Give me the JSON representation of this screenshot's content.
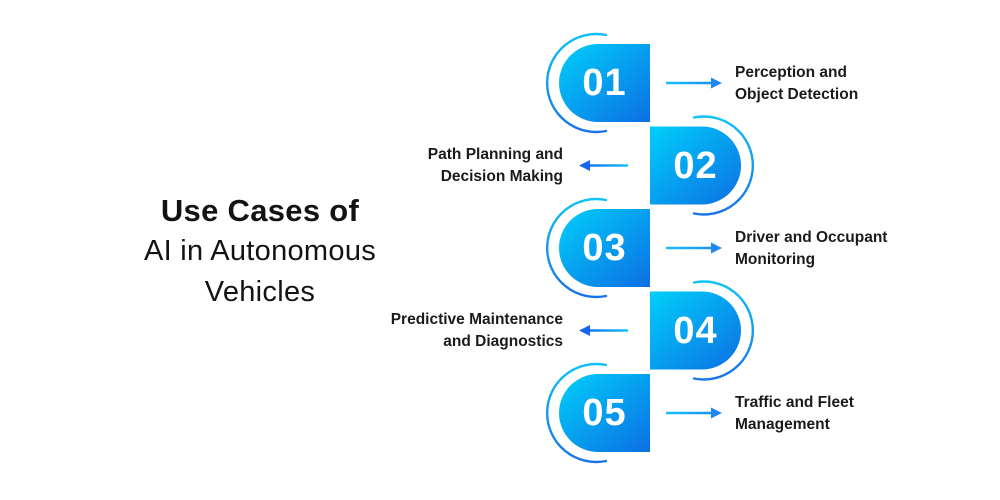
{
  "title": {
    "line1": "Use Cases of",
    "line2": "AI in Autonomous",
    "line3": "Vehicles"
  },
  "items": [
    {
      "number": "01",
      "label_line1": "Perception and",
      "label_line2": "Object Detection",
      "side": "right"
    },
    {
      "number": "02",
      "label_line1": "Path Planning and",
      "label_line2": "Decision Making",
      "side": "left"
    },
    {
      "number": "03",
      "label_line1": "Driver and Occupant",
      "label_line2": "Monitoring",
      "side": "right"
    },
    {
      "number": "04",
      "label_line1": "Predictive Maintenance",
      "label_line2": "and Diagnostics",
      "side": "left"
    },
    {
      "number": "05",
      "label_line1": "Traffic and Fleet",
      "label_line2": "Management",
      "side": "right"
    }
  ],
  "colors": {
    "pill_gradient_start": "#00CFFA",
    "pill_gradient_end": "#0C6FE4",
    "arc_gradient_start": "#10C2F5",
    "arc_gradient_end": "#1A73E8",
    "arrow_tail_cyan": "#17C2F6",
    "arrow_head_blue": "#1E87F2",
    "arrow_head_left_blue": "#1565EE",
    "label_text": "#1B1B1B",
    "number_text": "#FFFFFF",
    "background": "#FFFFFF"
  }
}
